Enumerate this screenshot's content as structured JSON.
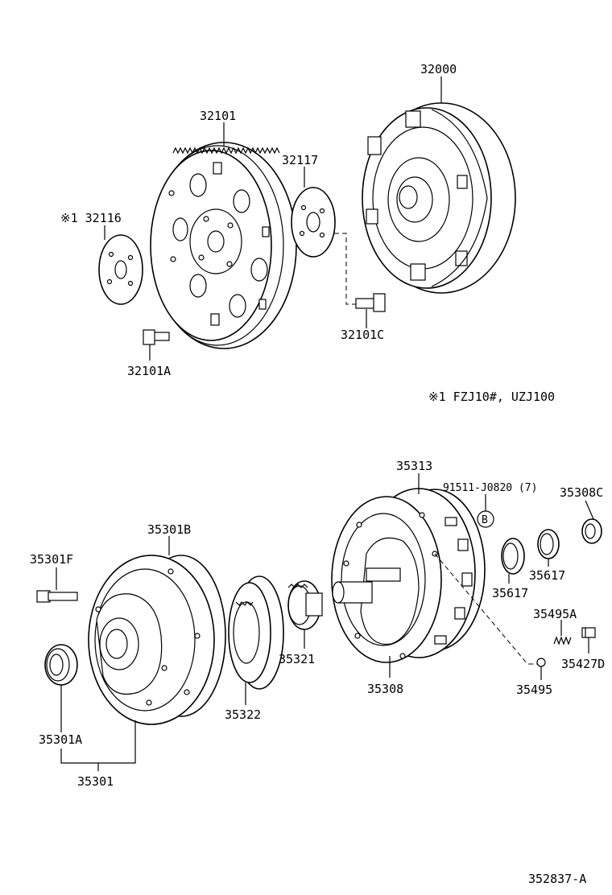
{
  "labels": {
    "p32000": "32000",
    "p32101": "32101",
    "p32117": "32117",
    "p32116": "※1 32116",
    "p32101C": "32101C",
    "p32101A": "32101A",
    "note": "※1 FZJ10#, UZJ100",
    "p35313": "35313",
    "p91511": "91511-J0820 (7)",
    "circleB": "B",
    "p35308C": "35308C",
    "p35301B": "35301B",
    "p35301F": "35301F",
    "p35617a": "35617",
    "p35617b": "35617",
    "p35495A": "35495A",
    "p35427D": "35427D",
    "p35321": "35321",
    "p35322": "35322",
    "p35308": "35308",
    "p35495": "35495",
    "p35301A": "35301A",
    "p35301": "35301",
    "ref": "352837-A"
  }
}
